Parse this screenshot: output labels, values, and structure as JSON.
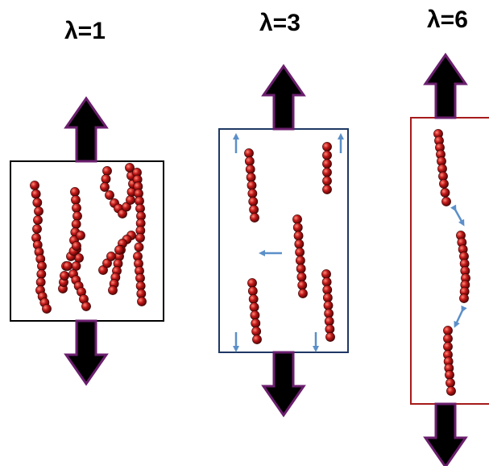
{
  "panels": [
    {
      "label": "λ=1",
      "stretch_ratio": 1,
      "frame_color": "#000000"
    },
    {
      "label": "λ=3",
      "stretch_ratio": 3,
      "frame_color": "#1f3864"
    },
    {
      "label": "λ=6",
      "stretch_ratio": 6,
      "frame_color": "#a61b1b"
    }
  ],
  "colors": {
    "bead": "#b01010",
    "bead_highlight": "#ff6a6a",
    "arrow_fill": "#000000",
    "arrow_outline": "#6b1f6e",
    "motion_arrow": "#5b8fc9"
  },
  "icons": {
    "stretch_arrow": "double-headed-vertical-arrow",
    "chain_motion": "small-blue-arrow",
    "chain_interaction": "double-headed-blue-arrow"
  }
}
